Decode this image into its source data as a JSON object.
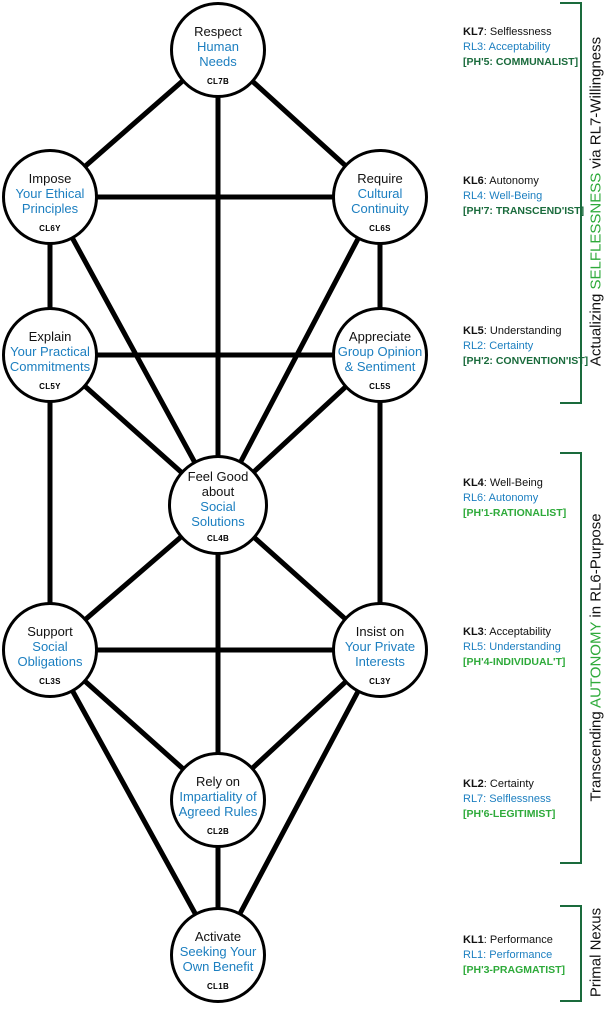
{
  "nodes": {
    "cl7": {
      "line1": "Respect",
      "line2": "Human",
      "line3": "Needs",
      "code": "CL7B"
    },
    "cl6y": {
      "line1": "Impose",
      "line2": "Your Ethical",
      "line3": "Principles",
      "code": "CL6Y"
    },
    "cl6s": {
      "line1": "Require",
      "line2": "Cultural",
      "line3": "Continuity",
      "code": "CL6S"
    },
    "cl5y": {
      "line1": "Explain",
      "line2": "Your Practical",
      "line3": "Commitments",
      "code": "CL5Y"
    },
    "cl5s": {
      "line1": "Appreciate",
      "line2": "Group Opinion",
      "line3": "& Sentiment",
      "code": "CL5S"
    },
    "cl4": {
      "line1": "Feel Good",
      "line1b": "about",
      "line2": "Social",
      "line3": "Solutions",
      "code": "CL4B"
    },
    "cl3s": {
      "line1": "Support",
      "line2": "Social",
      "line3": "Obligations",
      "code": "CL3S"
    },
    "cl3y": {
      "line1": "Insist on",
      "line2": "Your Private",
      "line3": "Interests",
      "code": "CL3Y"
    },
    "cl2": {
      "line1": "Rely on",
      "line2": "Impartiality of",
      "line3": "Agreed Rules",
      "code": "CL2B"
    },
    "cl1": {
      "line1": "Activate",
      "line2": "Seeking Your",
      "line3": "Own Benefit",
      "code": "CL1B"
    }
  },
  "levels": [
    {
      "kl_code": "KL7",
      "kl_name": "Selflessness",
      "rl": "RL3:  Acceptability",
      "ph": "[PH'5: COMMUNALIST]",
      "ph_color": "#1a6b3c"
    },
    {
      "kl_code": "KL6",
      "kl_name": "Autonomy",
      "rl": "RL4:  Well-Being",
      "ph": "[PH'7: TRANSCEND'IST]",
      "ph_color": "#1a6b3c"
    },
    {
      "kl_code": "KL5",
      "kl_name": "Understanding",
      "rl": "RL2: Certainty",
      "ph": "[PH'2: CONVENTION'IST]",
      "ph_color": "#1a6b3c"
    },
    {
      "kl_code": "KL4",
      "kl_name": "Well-Being",
      "rl": "RL6:  Autonomy",
      "ph": "[PH'1-RATIONALIST]",
      "ph_color": "#2eaa3a"
    },
    {
      "kl_code": "KL3",
      "kl_name": "Acceptability",
      "rl": "RL5: Understanding",
      "ph": "[PH'4-INDIVIDUAL'T]",
      "ph_color": "#2eaa3a"
    },
    {
      "kl_code": "KL2",
      "kl_name": "Certainty",
      "rl": "RL7:  Selflessness",
      "ph": "[PH'6-LEGITIMIST]",
      "ph_color": "#2eaa3a"
    },
    {
      "kl_code": "KL1",
      "kl_name": "Performance",
      "rl": "RL1:  Performance",
      "ph": "[PH'3-PRAGMATIST]",
      "ph_color": "#2eaa3a"
    }
  ],
  "brackets": {
    "top": {
      "prefix": "Actualizing ",
      "highlight": "SELFLESSNESS",
      "suffix": " via  RL7-Willingness",
      "highlight_color": "#2eaa3a"
    },
    "middle": {
      "prefix": "Transcending ",
      "highlight": "AUTONOMY",
      "suffix": " in RL6-Purpose",
      "highlight_color": "#2eaa3a"
    },
    "bottom": {
      "prefix": "Primal Nexus",
      "highlight": "",
      "suffix": ""
    }
  },
  "colors": {
    "accent_blue": "#1c7fc0",
    "dark_green": "#1a6b3c",
    "bright_green": "#2eaa3a"
  }
}
